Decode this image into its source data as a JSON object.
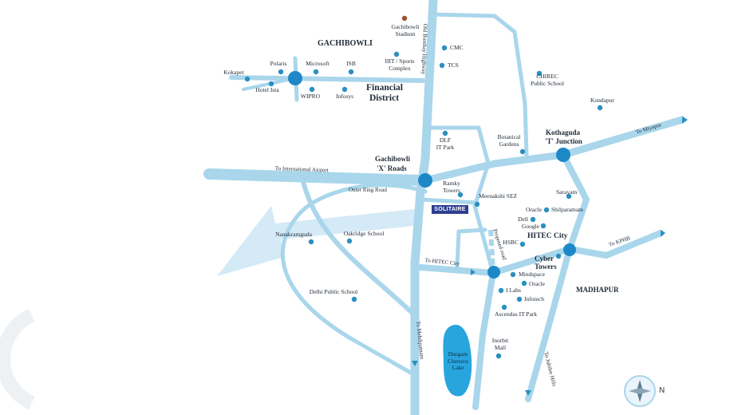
{
  "colors": {
    "road": "#a9d6eb",
    "dot": "#2a8fc1",
    "junction": "#1e88c7",
    "lake": "#29a5de",
    "stadium": "#a0522d",
    "solitaire_bg": "#2f3e91",
    "arrow": "#7fbfe3"
  },
  "areas": {
    "gachibowli": "GACHIBOWLI",
    "financial_district_1": "Financial",
    "financial_district_2": "District",
    "madhapur": "MADHAPUR"
  },
  "junctions": {
    "gachibowli_x_1": "Gachibowli",
    "gachibowli_x_2": "'X' Roads",
    "kothaguda_1": "Kothaguda",
    "kothaguda_2": "'T' Junction",
    "hitec_city": "HITEC City"
  },
  "roads": {
    "old_bombay": "Old Bombay Highway",
    "airport": "To International Airport",
    "orr": "Outer Ring Road",
    "miyapur": "To Miyapur",
    "kphb": "To KPHB",
    "hitec_city": "To HITEC City",
    "mehdipatnam": "To Mehdipatnam",
    "jubilee_hills": "To Jubilee Hills",
    "proposed": "Proposed road"
  },
  "landmarks": {
    "gachibowli_stadium": [
      "Gachibowli",
      "Stadium"
    ],
    "cmc": "CMC",
    "tcs": "TCS",
    "iiit": [
      "IIIT / Sports",
      "Complex"
    ],
    "polaris": "Polaris",
    "microsoft": "Microsoft",
    "isb": "ISB",
    "kokapet": "Kokapet",
    "hotel_ista": "Hotel Ista",
    "wipro": "WIPRO",
    "infosys": "Infosys",
    "chirec": [
      "CHIREC",
      "Public School"
    ],
    "kondapur": "Kondapur",
    "dlf": [
      "DLF",
      "IT Park"
    ],
    "botanical": [
      "Botanical",
      "Gardens"
    ],
    "ramky": [
      "Ramky",
      "Towers"
    ],
    "meenakshi": "Meenakshi SEZ",
    "sarayam": "Sarayam",
    "oracle_1": "Oracle",
    "shilparamam": "Shilparamam",
    "dell": "Dell",
    "google": "Google",
    "hsbc": "HSBC",
    "nanakramguda": "Nanakramguda",
    "oakridge": "Oakridge School",
    "cyber_towers": [
      "Cyber",
      "Towers"
    ],
    "mindspace": "Mindspace",
    "oracle_2": "Oracle",
    "i_labs": "I Labs",
    "infotech": "Infotech",
    "ascendas": "Ascendas IT Park",
    "delhi_public": "Delhi Public School",
    "inorbit": [
      "Inorbit",
      "Mall"
    ],
    "lake": [
      "Durgam",
      "Cheruvu",
      "Lake"
    ]
  },
  "solitaire": "SOLITAIRE",
  "compass": {
    "north": "N",
    "icon": "compass-icon"
  }
}
